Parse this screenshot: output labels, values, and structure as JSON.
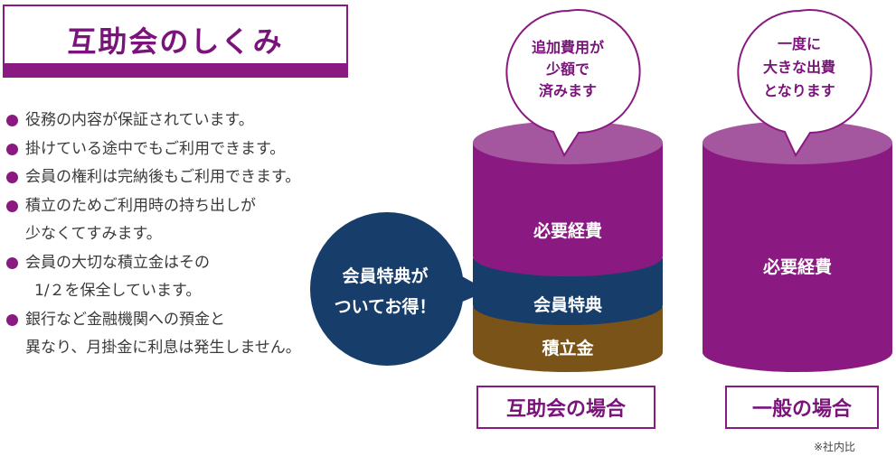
{
  "title": "互助会のしくみ",
  "bullets": [
    {
      "lines": [
        "役務の内容が保証されています。"
      ]
    },
    {
      "lines": [
        "掛けている途中でもご利用できます。"
      ]
    },
    {
      "lines": [
        "会員の権利は完納後もご利用できます。"
      ]
    },
    {
      "lines": [
        "積立のためご利用時の持ち出しが",
        "少なくてすみます。"
      ]
    },
    {
      "lines": [
        "会員の大切な積立金はその",
        "1/２を保全しています。"
      ]
    },
    {
      "lines": [
        "銀行など金融機関への預金と",
        "異なり、月掛金に利息は発生しません。"
      ]
    }
  ],
  "gojokai_cylinder": {
    "layers": [
      "必要経費",
      "会員特典",
      "積立金"
    ],
    "label": "互助会の場合",
    "bubble_lines": [
      "追加費用が",
      "少額で",
      "済みます"
    ]
  },
  "general_cylinder": {
    "layers": [
      "必要経費"
    ],
    "label": "一般の場合",
    "bubble_lines": [
      "一度に",
      "大きな出費",
      "となります"
    ]
  },
  "benefit_bubble_lines": [
    "会員特典が",
    "ついてお得！"
  ],
  "footnote": "※社内比",
  "colors": {
    "purple": "#8a1a82",
    "purple_top": "#a4579f",
    "navy": "#173e6b",
    "brown": "#7a5318",
    "label_border": "#8a1a82"
  }
}
